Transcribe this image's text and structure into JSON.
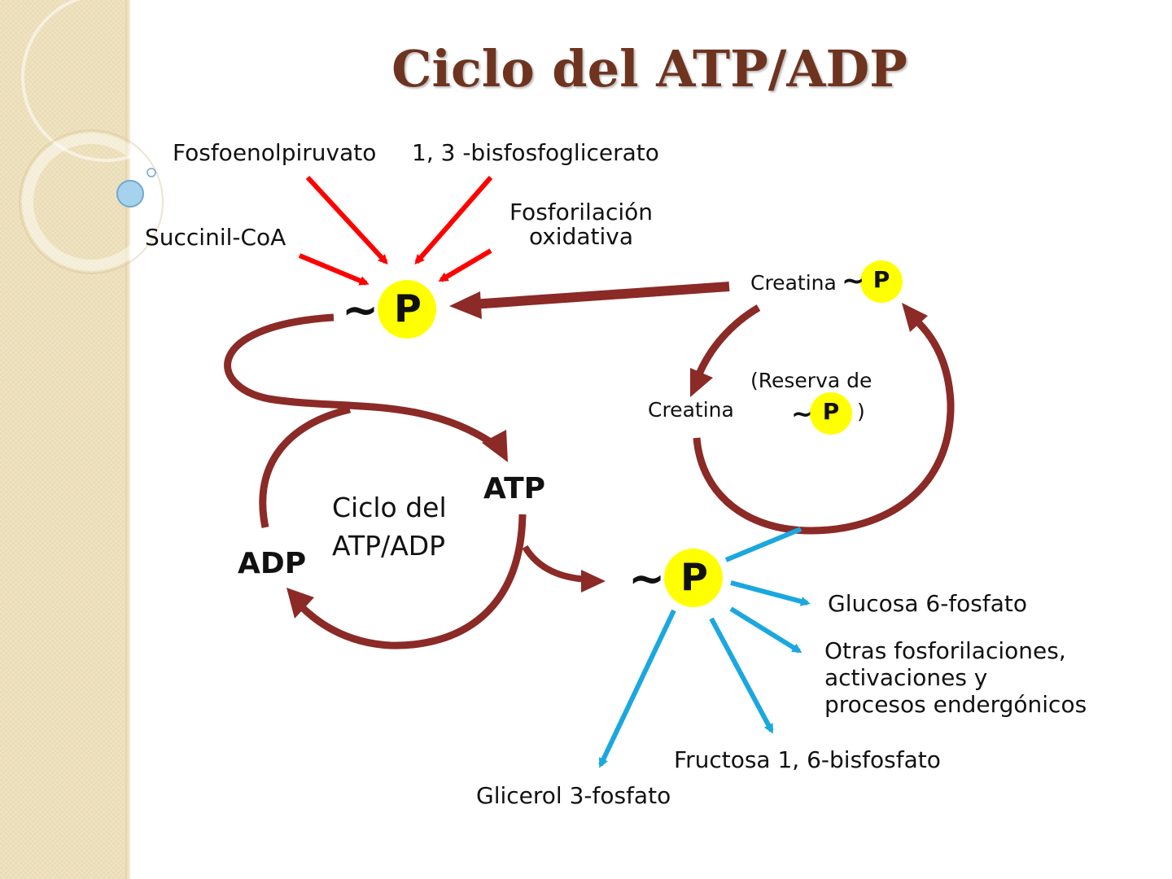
{
  "slide": {
    "title": "Ciclo del ATP/ADP",
    "colors": {
      "title": "#6e3420",
      "cycle_arrow": "#8b2a26",
      "input_arrow": "#ff0000",
      "output_arrow": "#1ba7df",
      "phosphate": "#ffff00"
    }
  },
  "diagram": {
    "sources": {
      "fosfoenolpiruvato": "Fosfoenolpiruvato",
      "bisfosfoglicerato": "1, 3 -bisfosfoglicerato",
      "succinil_coa": "Succinil-CoA",
      "fosforilacion_line1": "Fosforilación",
      "fosforilacion_line2": "oxidativa"
    },
    "phosphate": {
      "symbol": "P",
      "tilde": "~"
    },
    "atp": "ATP",
    "adp": "ADP",
    "cycle_center_line1": "Ciclo del",
    "cycle_center_line2": "ATP/ADP",
    "creatine_cycle": {
      "creatina_fosfato": "Creatina",
      "creatina": "Creatina",
      "reserva_line1": "(Reserva  de",
      "reserva_close": ")"
    },
    "outputs": {
      "glucosa": "Glucosa 6-fosfato",
      "otras_line1": "Otras fosforilaciones,",
      "otras_line2": "activaciones y",
      "otras_line3": "procesos endergónicos",
      "fructosa": "Fructosa 1, 6-bisfosfato",
      "glicerol": "Glicerol 3-fosfato"
    }
  }
}
